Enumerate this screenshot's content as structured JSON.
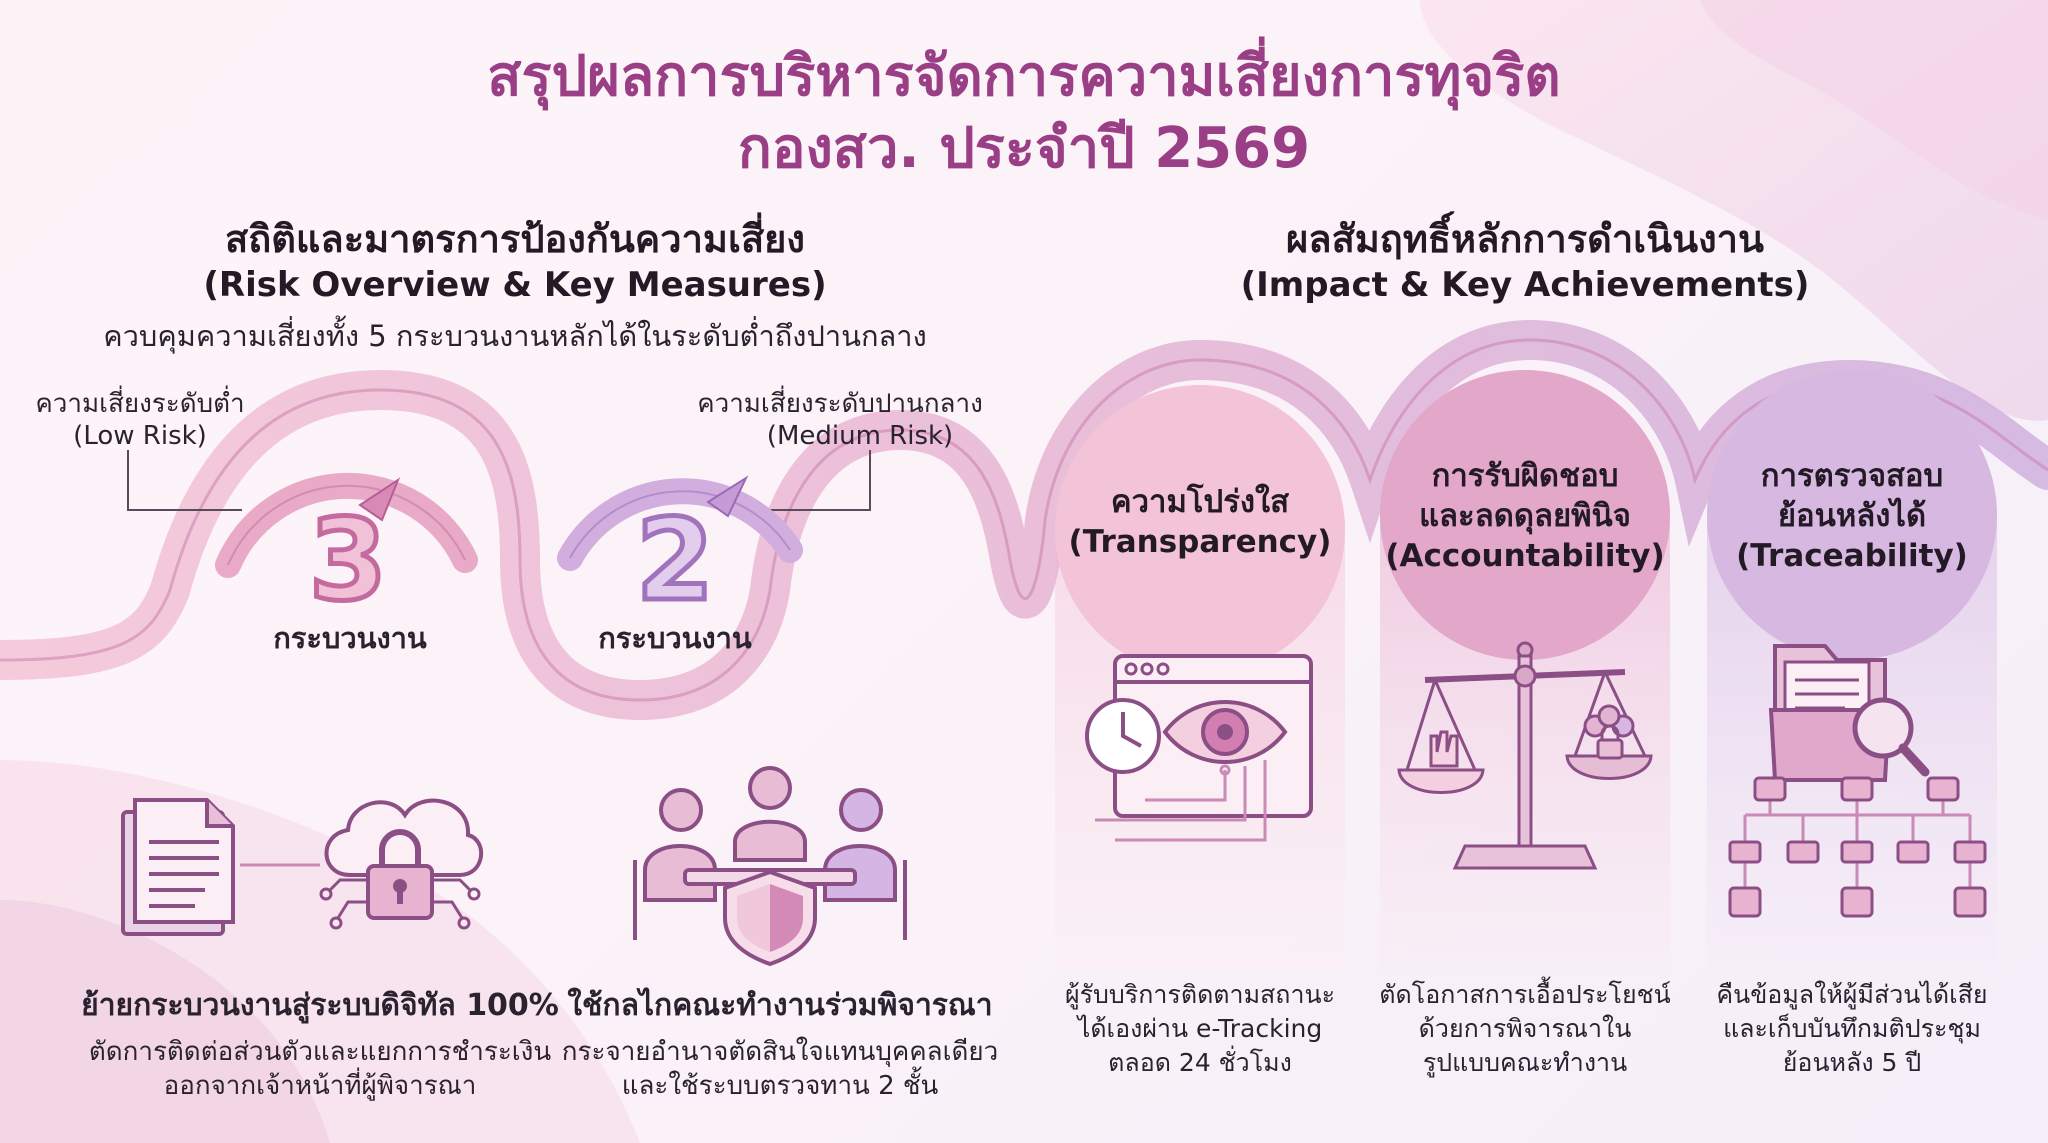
{
  "title": {
    "line1": "สรุปผลการบริหารจัดการความเสี่ยงการทุจริต",
    "line2": "กองสว. ประจำปี 2569"
  },
  "left_section": {
    "heading_th": "สถิติและมาตรการป้องกันความเสี่ยง",
    "heading_en": "(Risk Overview & Key Measures)",
    "summary": "ควบคุมความเสี่ยงทั้ง 5 กระบวนงานหลักได้ในระดับต่ำถึงปานกลาง",
    "gauges": [
      {
        "label_th": "ความเสี่ยงระดับต่ำ",
        "label_en": "(Low Risk)",
        "value": "3",
        "unit": "กระบวนงาน"
      },
      {
        "label_th": "ความเสี่ยงระดับปานกลาง",
        "label_en": "(Medium Risk)",
        "value": "2",
        "unit": "กระบวนงาน"
      }
    ],
    "measures": [
      {
        "title": "ย้ายกระบวนงานสู่ระบบดิจิทัล 100%",
        "desc_line1": "ตัดการติดต่อส่วนตัวและแยกการชำระเงิน",
        "desc_line2": "ออกจากเจ้าหน้าที่ผู้พิจารณา",
        "icons": [
          "document-icon",
          "cloud-lock-icon"
        ]
      },
      {
        "title": "ใช้กลไกคณะทำงานร่วมพิจารณา",
        "desc_line1": "กระจายอำนาจตัดสินใจแทนบุคคลเดียว",
        "desc_line2": "และใช้ระบบตรวจทาน 2 ชั้น",
        "icons": [
          "committee-shield-icon"
        ]
      }
    ]
  },
  "right_section": {
    "heading_th": "ผลสัมฤทธิ์หลักการดำเนินงาน",
    "heading_en": "(Impact & Key Achievements)",
    "pillars": [
      {
        "title_l1": "ความโปร่งใส",
        "title_l2": "(Transparency)",
        "title_l3": "",
        "desc_l1": "ผู้รับบริการติดตามสถานะ",
        "desc_l2": "ได้เองผ่าน e-Tracking",
        "desc_l3": "ตลอด 24 ชั่วโมง",
        "icon": "eye-clock-browser-icon",
        "color": "#f2c6d8"
      },
      {
        "title_l1": "การรับผิดชอบ",
        "title_l2": "และลดดุลยพินิจ",
        "title_l3": "(Accountability)",
        "desc_l1": "ตัดโอกาสการเอื้อประโยชน์",
        "desc_l2": "ด้วยการพิจารณาใน",
        "desc_l3": "รูปแบบคณะทำงาน",
        "icon": "scales-icon",
        "color": "#e2a9cb"
      },
      {
        "title_l1": "การตรวจสอบ",
        "title_l2": "ย้อนหลังได้",
        "title_l3": "(Traceability)",
        "desc_l1": "คืนข้อมูลให้ผู้มีส่วนได้เสีย",
        "desc_l2": "และเก็บบันทึกมติประชุม",
        "desc_l3": "ย้อนหลัง 5 ปี",
        "icon": "folder-search-network-icon",
        "color": "#d2b3dc"
      }
    ]
  },
  "colors": {
    "title": "#9a3f86",
    "pink": "#e6a6c4",
    "purple": "#b58ccc",
    "ribbon": "#f3cfe0"
  }
}
